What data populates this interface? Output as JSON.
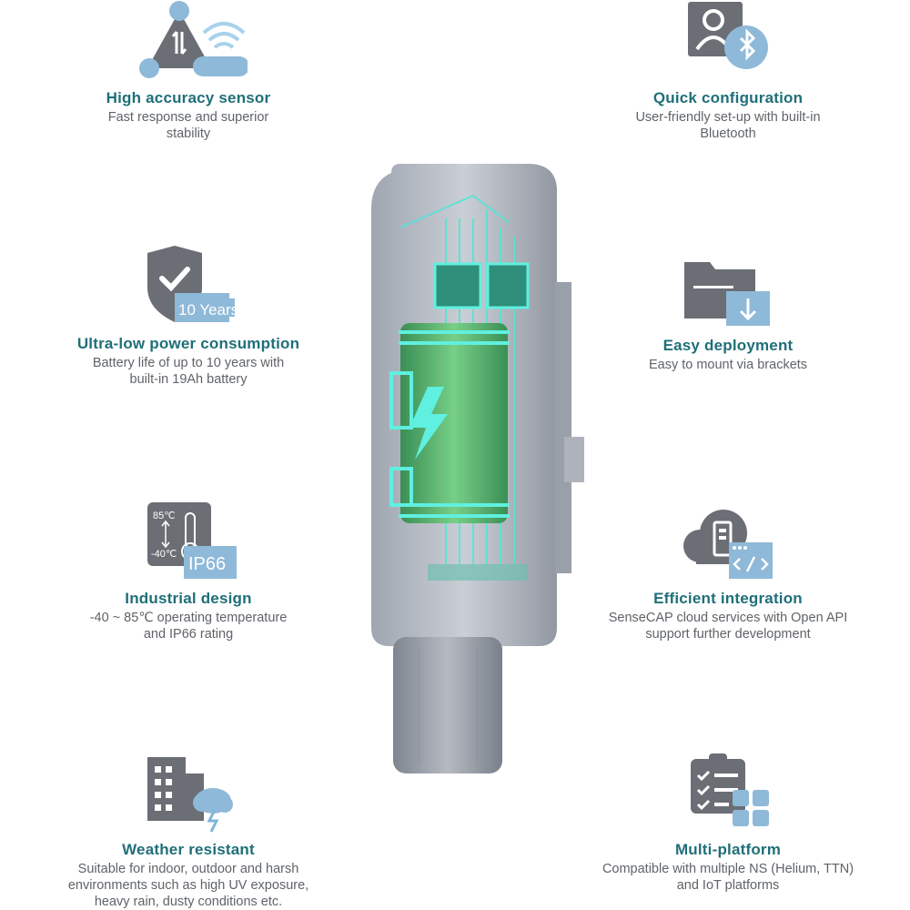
{
  "features": {
    "left": [
      {
        "title": "High accuracy sensor",
        "desc": "Fast response and superior stability",
        "icon": "sensor-icon"
      },
      {
        "title": "Ultra-low power consumption",
        "desc": "Battery life of up to 10 years with built-in 19Ah battery",
        "icon": "battery-shield-icon",
        "badge": "10 Years"
      },
      {
        "title": "Industrial design",
        "desc": "-40 ~ 85℃ operating temperature and IP66 rating",
        "icon": "thermometer-icon",
        "temp_high": "85℃",
        "temp_low": "-40℃",
        "badge": "IP66"
      },
      {
        "title": "Weather resistant",
        "desc": "Suitable for indoor, outdoor and harsh environments such as high UV exposure, heavy rain, dusty conditions etc.",
        "icon": "building-storm-icon"
      }
    ],
    "right": [
      {
        "title": "Quick configuration",
        "desc": "User-friendly set-up with built-in Bluetooth",
        "icon": "bluetooth-user-icon"
      },
      {
        "title": "Easy deployment",
        "desc": "Easy to mount via brackets",
        "icon": "folder-download-icon"
      },
      {
        "title": "Efficient integration",
        "desc": "SenseCAP cloud services with Open API support further development",
        "icon": "cloud-code-icon"
      },
      {
        "title": "Multi-platform",
        "desc": "Compatible with multiple NS (Helium, TTN) and IoT platforms",
        "icon": "clipboard-apps-icon"
      }
    ]
  },
  "colors": {
    "title": "#1f6f78",
    "text": "#5f6368",
    "icon_gray": "#6b6e75",
    "icon_blue": "#7fb6d8",
    "glow": "#5ff0e0",
    "battery": "#4caf6a"
  }
}
